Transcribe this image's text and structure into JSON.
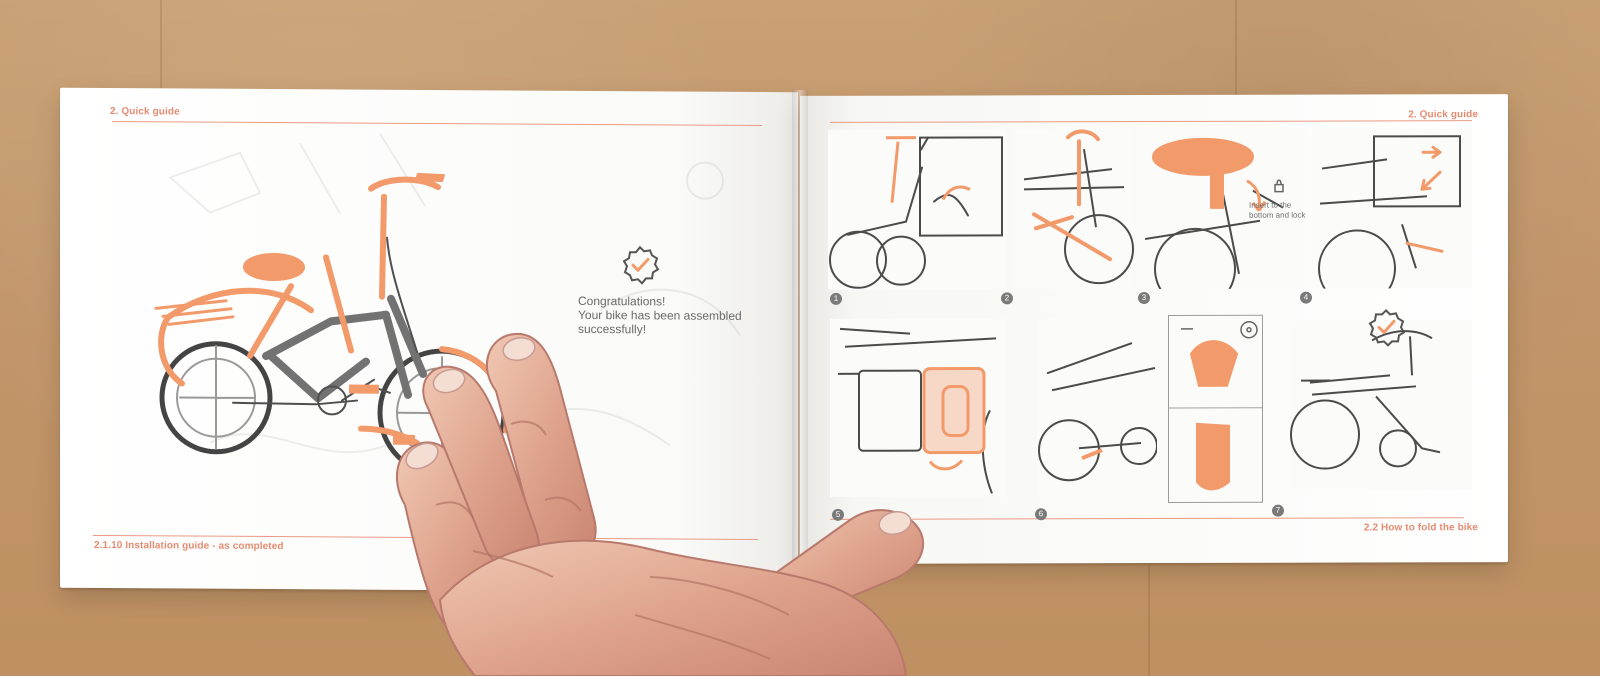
{
  "left_page": {
    "header": "2. Quick guide",
    "footer": "2.1.10 Installation guide - as completed",
    "message": {
      "line1": "Congratulations!",
      "line2": "Your bike has been assembled",
      "line3": "successfully!"
    }
  },
  "right_page": {
    "header": "2. Quick guide",
    "footer": "2.2 How to fold the bike",
    "note": {
      "line1": "Insert to the",
      "line2": "bottom and lock"
    },
    "steps": [
      "1",
      "2",
      "3",
      "4",
      "5",
      "6",
      "7"
    ]
  },
  "icons": {
    "check_badge": "check-badge-icon",
    "lock": "lock-icon",
    "eye": "eye-icon",
    "arrow": "arrow-icon"
  },
  "colors": {
    "accent": "#f39a6b",
    "line": "#e58b70",
    "sketch": "#5a5a5a",
    "paper": "#f8f8f6"
  }
}
